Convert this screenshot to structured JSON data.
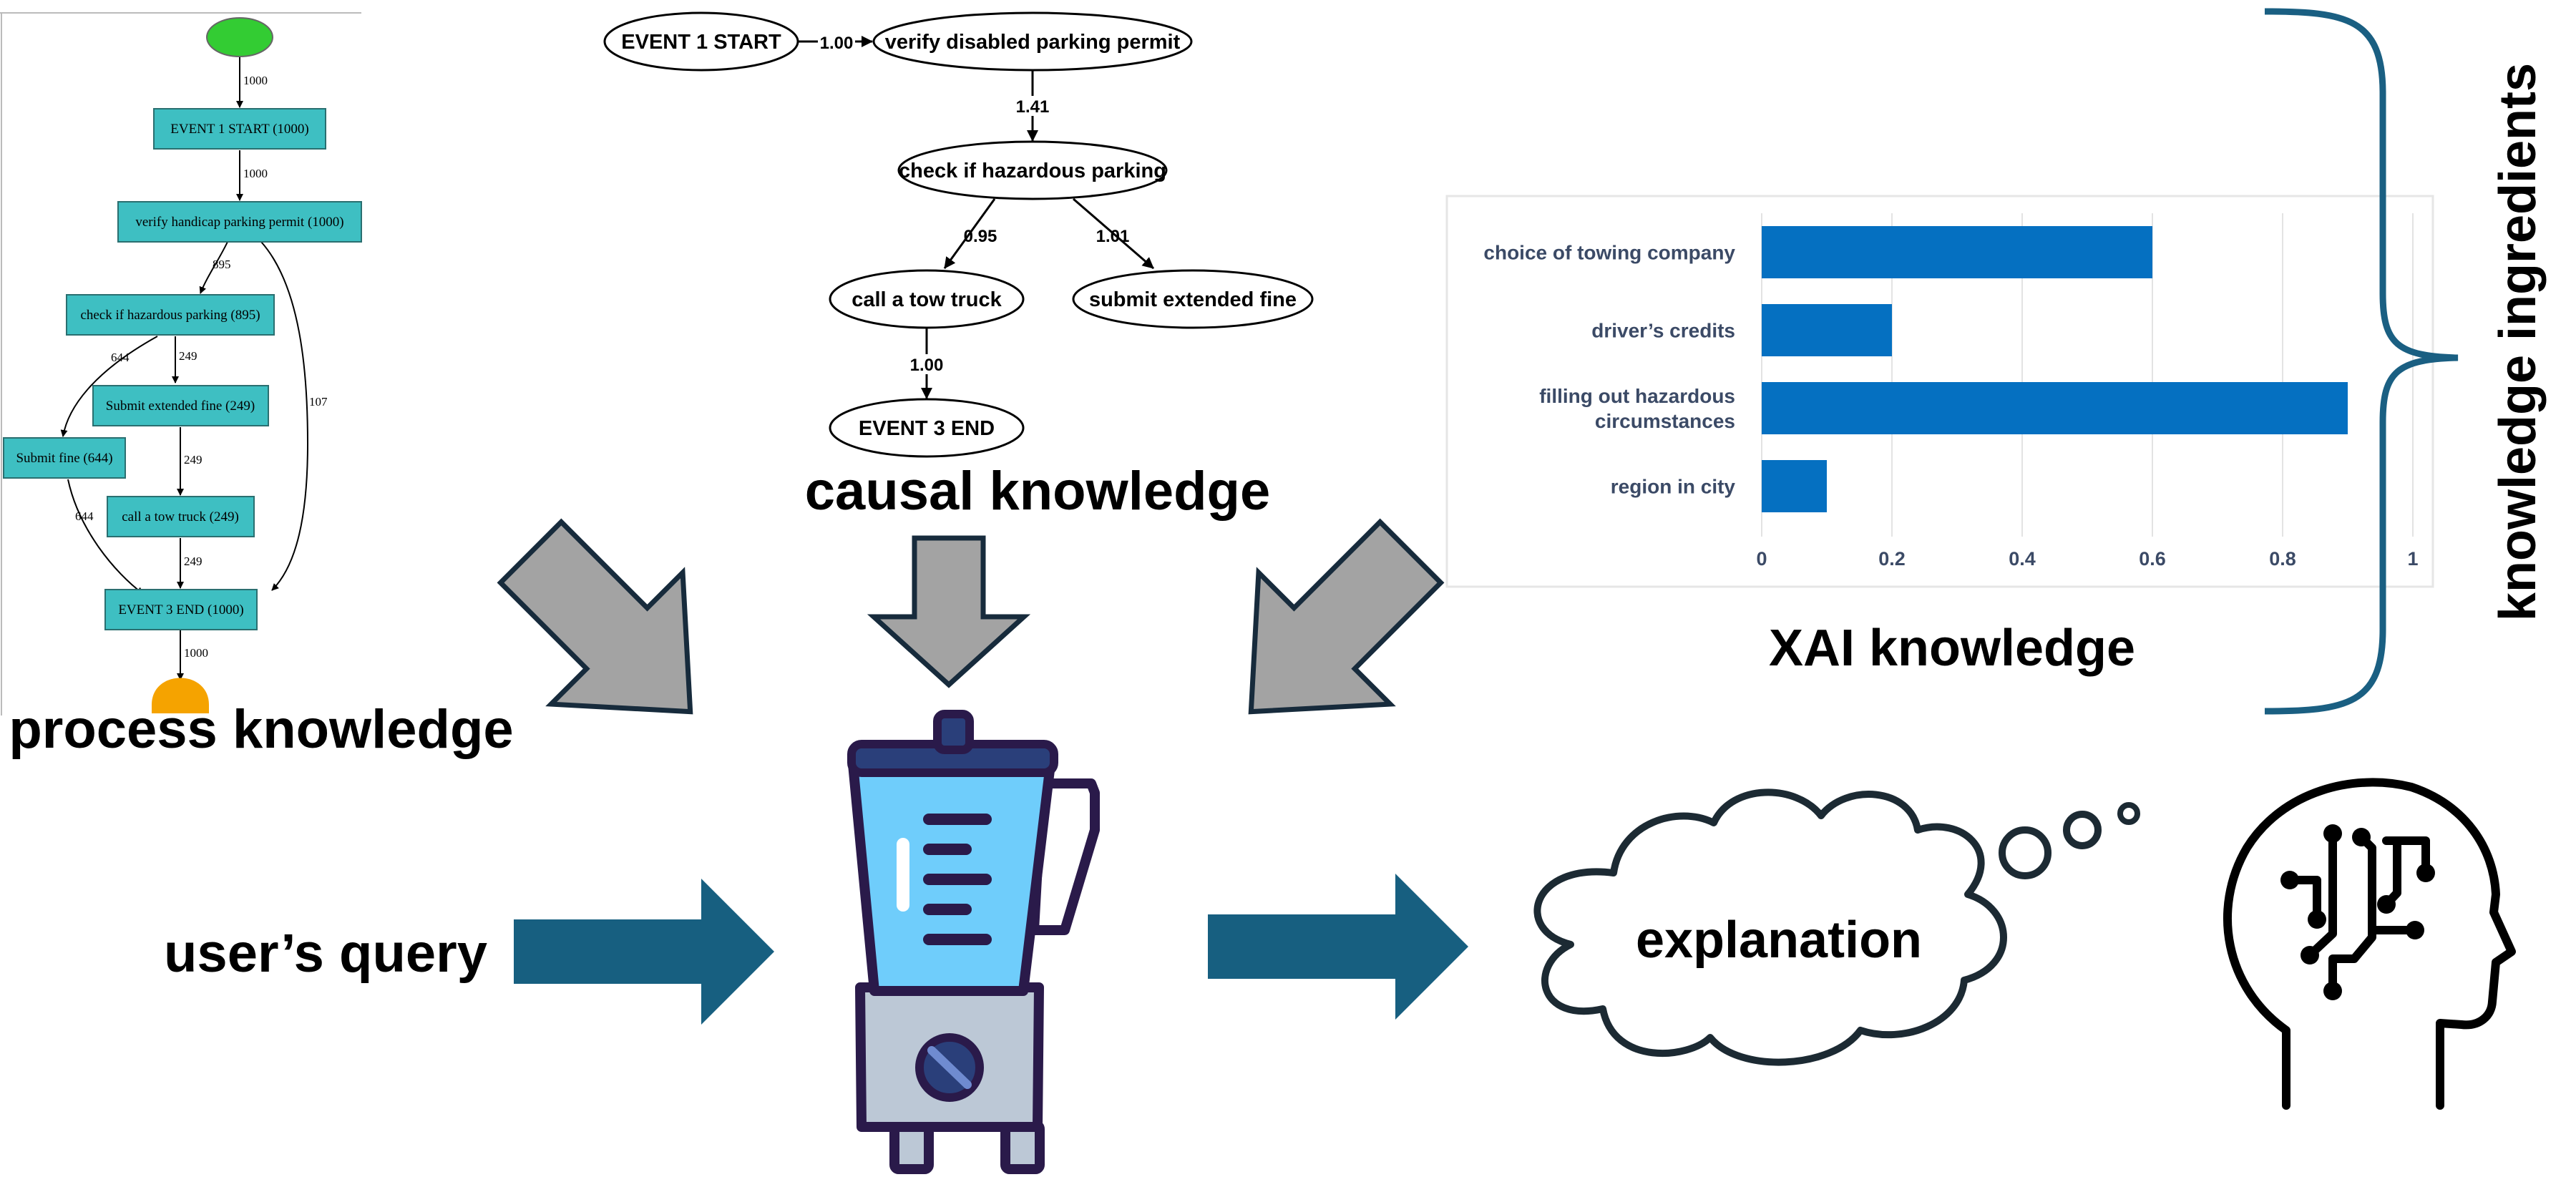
{
  "process_graph": {
    "nodes": {
      "start_event": "EVENT 1 START (1000)",
      "verify": "verify handicap parking permit (1000)",
      "check": "check if hazardous parking (895)",
      "extended": "Submit extended fine (249)",
      "submit": "Submit fine (644)",
      "tow": "call a tow truck (249)",
      "end_event": "EVENT 3 END (1000)"
    },
    "edges": {
      "e1": "1000",
      "e2": "1000",
      "e3": "895",
      "e4": "644",
      "e5": "249",
      "e6": "107",
      "e7": "249",
      "e8": "644",
      "e9": "249",
      "e10": "1000"
    },
    "colors": {
      "node_fill": "#3ebfc2",
      "start": "#33cc33",
      "end": "#f5a300"
    }
  },
  "process_label": "process knowledge",
  "causal_graph": {
    "nodes": {
      "start": "EVENT 1 START",
      "verify": "verify disabled parking permit",
      "check": "check if hazardous parking",
      "tow": "call a tow truck",
      "fine": "submit extended fine",
      "end": "EVENT 3 END"
    },
    "edges": {
      "e1": "1.00",
      "e2": "1.41",
      "e3": "0.95",
      "e4": "1.01",
      "e5": "1.00"
    }
  },
  "causal_label": "causal knowledge",
  "chart_data": {
    "type": "bar",
    "orientation": "horizontal",
    "categories": [
      "choice of towing company",
      "driver's credits",
      "filling out hazardous circumstances",
      "region in city"
    ],
    "category_lines": [
      [
        "choice of towing company"
      ],
      [
        "driver’s credits"
      ],
      [
        "filling out hazardous",
        "circumstances"
      ],
      [
        "region in city"
      ]
    ],
    "values": [
      0.6,
      0.2,
      0.9,
      0.1
    ],
    "xlim": [
      0,
      1
    ],
    "ticks": [
      "0",
      "0.2",
      "0.4",
      "0.6",
      "0.8",
      "1"
    ],
    "tick_values": [
      0,
      0.2,
      0.4,
      0.6,
      0.8,
      1
    ],
    "grid": true,
    "bar_color": "#0570c1"
  },
  "xai_label": "XAI knowledge",
  "ingredients_label": "knowledge ingredients",
  "query_label": "user’s query",
  "explanation_label": "explanation",
  "colors": {
    "arrow_gray": "#a3a3a3",
    "arrow_blue": "#175f80",
    "brace": "#1a5f82",
    "outline": "#172b3c"
  }
}
